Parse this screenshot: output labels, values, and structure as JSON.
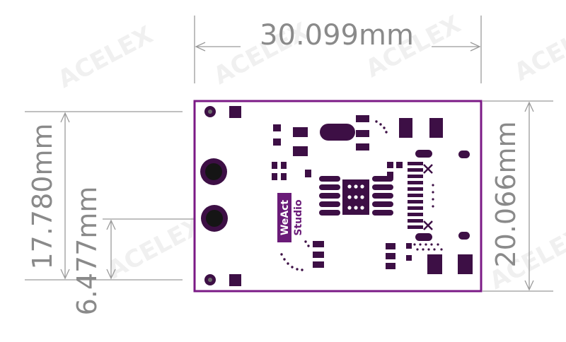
{
  "dimensions": {
    "board_width": "30.099mm",
    "board_height": "20.066mm",
    "hole_spacing": "17.780mm",
    "jack_offset": "6.477mm"
  },
  "logo": {
    "line1": "WeAct",
    "line2": "Studio"
  },
  "watermark": "ACELEX",
  "colors": {
    "board_outline": "#7b1a86",
    "pad": "#3d0f45",
    "logo_bg": "#6a1b78",
    "dimension_line": "#9a9a9a"
  }
}
